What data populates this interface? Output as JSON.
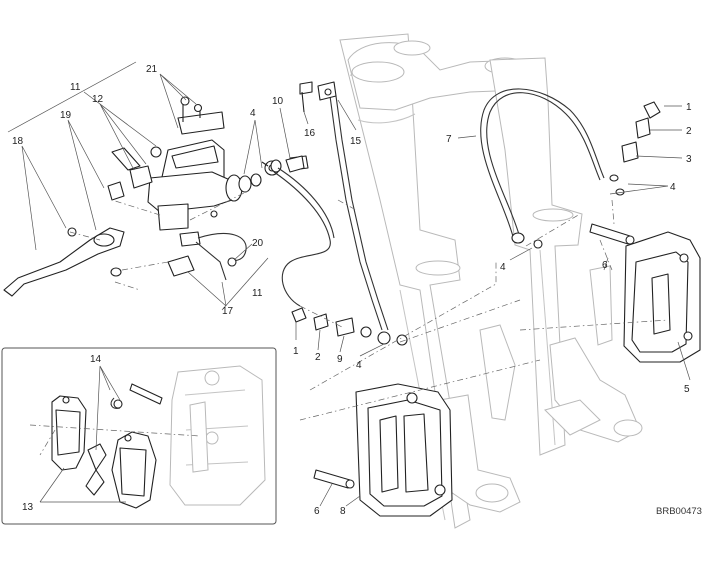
{
  "diagram": {
    "drawing_code": "BRB00473",
    "callouts": [
      {
        "id": "c1a",
        "text": "1"
      },
      {
        "id": "c2a",
        "text": "2"
      },
      {
        "id": "c3a",
        "text": "3"
      },
      {
        "id": "c4a",
        "text": "4"
      },
      {
        "id": "c5",
        "text": "5"
      },
      {
        "id": "c6a",
        "text": "6"
      },
      {
        "id": "c7",
        "text": "7"
      },
      {
        "id": "c4b",
        "text": "4"
      },
      {
        "id": "c16",
        "text": "16"
      },
      {
        "id": "c15",
        "text": "15"
      },
      {
        "id": "c10",
        "text": "10"
      },
      {
        "id": "c4c",
        "text": "4"
      },
      {
        "id": "c21",
        "text": "21"
      },
      {
        "id": "c11a",
        "text": "11"
      },
      {
        "id": "c12",
        "text": "12"
      },
      {
        "id": "c19",
        "text": "19"
      },
      {
        "id": "c18",
        "text": "18"
      },
      {
        "id": "c20",
        "text": "20"
      },
      {
        "id": "c17",
        "text": "17"
      },
      {
        "id": "c11b",
        "text": "11"
      },
      {
        "id": "c1b",
        "text": "1"
      },
      {
        "id": "c2b",
        "text": "2"
      },
      {
        "id": "c9",
        "text": "9"
      },
      {
        "id": "c4d",
        "text": "4"
      },
      {
        "id": "c14",
        "text": "14"
      },
      {
        "id": "c13",
        "text": "13"
      },
      {
        "id": "c6b",
        "text": "6"
      },
      {
        "id": "c8",
        "text": "8"
      }
    ]
  }
}
